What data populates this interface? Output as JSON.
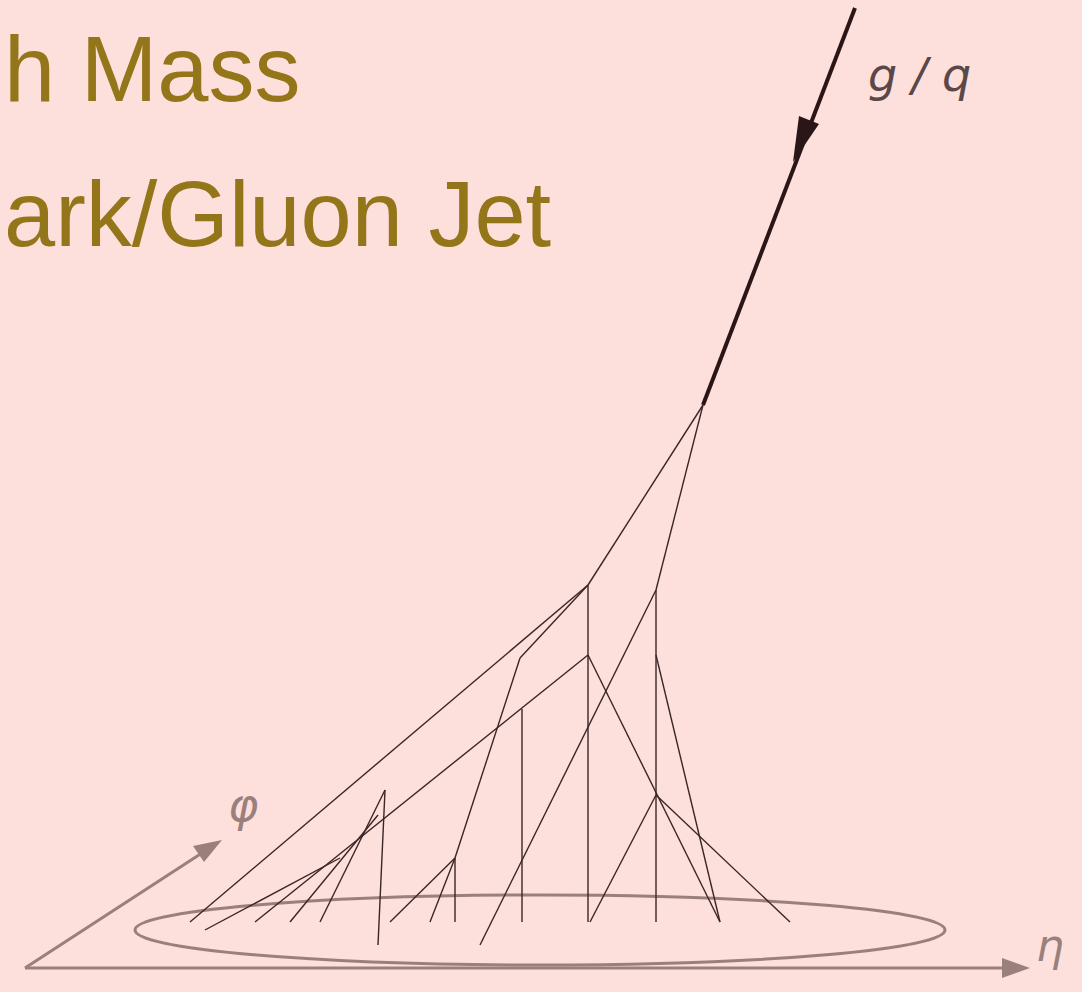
{
  "diagram": {
    "title": "h Mass ark/Gluon Jet",
    "labels": [
      "g / q",
      "φ",
      "η"
    ]
  }
}
